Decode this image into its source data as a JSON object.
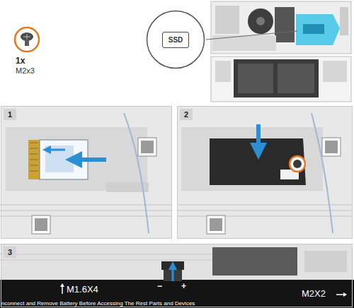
{
  "diagram": {
    "nodes": [
      {
        "text": [
          "SSD"
        ]
      },
      {
        "text": [
          "1"
        ]
      },
      {
        "text": [
          "2"
        ]
      },
      {
        "text": [
          "3"
        ]
      }
    ],
    "labels": [
      "1x",
      "M2x3",
      "M1.6X4",
      "−",
      "+",
      "M2X2",
      "nconnect and Remove Battery Before Accessing The Rest Parts and Devices"
    ]
  }
}
